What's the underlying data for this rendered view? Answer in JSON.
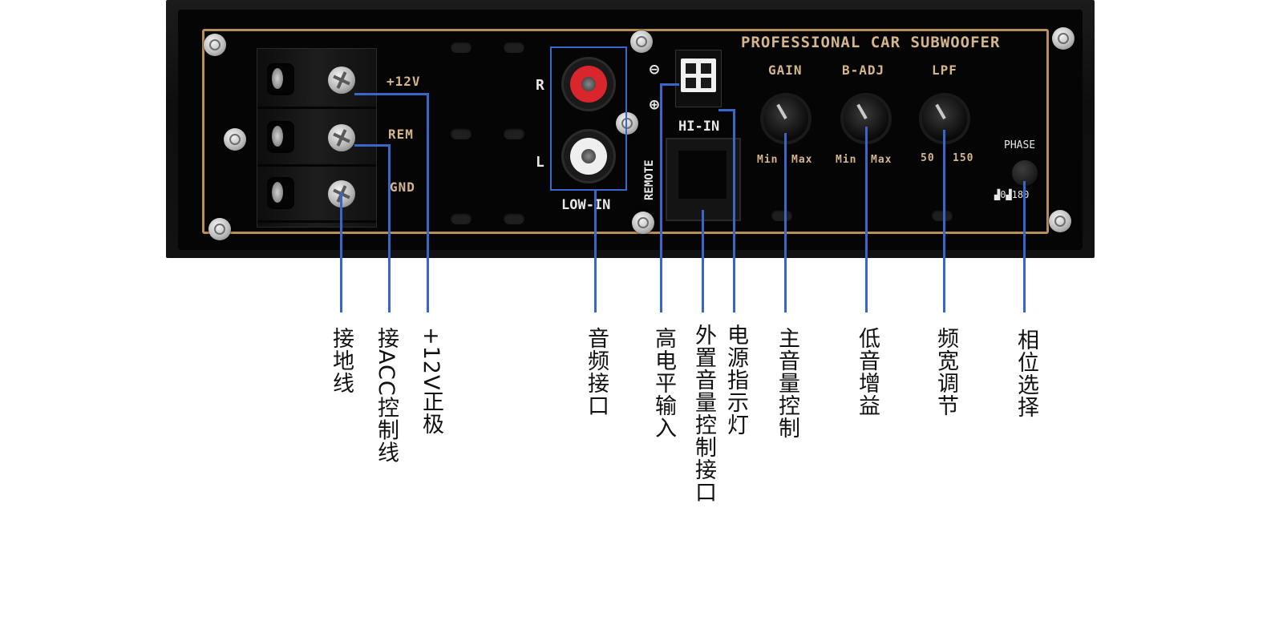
{
  "panel": {
    "brand_text": "PROFESSIONAL CAR SUBWOOFER",
    "terminals": {
      "plus12v": "+12V",
      "rem": "REM",
      "gnd": "GND"
    },
    "rca": {
      "right": "R",
      "left": "L",
      "group_label": "LOW-IN"
    },
    "hi_in": {
      "minus_symbol": "⊖",
      "plus_symbol": "⊕",
      "label": "HI-IN"
    },
    "remote_label": "REMOTE",
    "knobs": {
      "gain": {
        "title": "GAIN",
        "min": "Min",
        "max": "Max"
      },
      "badj": {
        "title": "B-ADJ",
        "min": "Min",
        "max": "Max"
      },
      "lpf": {
        "title": "LPF",
        "min": "50",
        "max": "150"
      }
    },
    "phase": {
      "title": "PHASE",
      "scale": "▟0▟180"
    },
    "colors": {
      "frame_gold": "#b88e5a",
      "text_gold": "#d5b68c",
      "callout_blue": "#3966c8",
      "rca_right_ring": "#d9262c",
      "rca_left_ring": "#efefef"
    }
  },
  "annotations": {
    "ground": "接地线",
    "acc": "接ACC控制线",
    "plus12v": "+12V正极",
    "audio": "音频接口",
    "hi_level": "高电平输入",
    "remote": "外置音量控制接口",
    "power_led": "电源指示灯",
    "volume": "主音量控制",
    "bass_boost": "低音增益",
    "freq": "频宽调节",
    "phase": "相位选择"
  }
}
